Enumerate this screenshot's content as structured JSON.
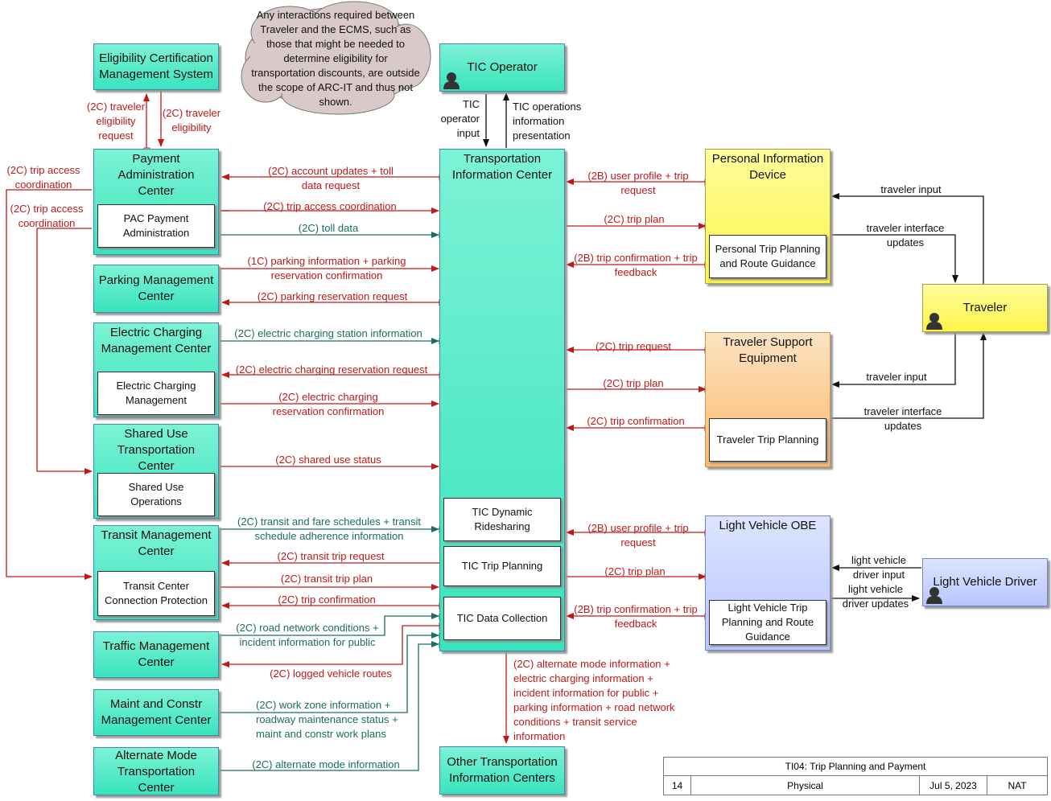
{
  "cloud_note": "Any interactions required between Traveler and the ECMS, such as those that might be needed to determine eligibility for transportation discounts, are outside the scope of ARC-IT and thus not shown.",
  "nodes": {
    "ecms": "Eligibility Certification Management System",
    "tic_operator": "TIC Operator",
    "pac": "Payment Administration Center",
    "pac_sub": "PAC Payment Administration",
    "parking": "Parking Management Center",
    "ecm": "Electric Charging Management Center",
    "ecm_sub": "Electric Charging Management",
    "shared": "Shared Use Transportation Center",
    "shared_sub": "Shared Use Operations",
    "transit": "Transit Management Center",
    "transit_sub": "Transit Center Connection Protection",
    "traffic": "Traffic Management Center",
    "maint": "Maint and Constr Management Center",
    "altmode": "Alternate Mode Transportation Center",
    "tic": "Transportation Information Center",
    "tic_ride": "TIC Dynamic Ridesharing",
    "tic_trip": "TIC Trip Planning",
    "tic_data": "TIC Data Collection",
    "otic": "Other Transportation Information Centers",
    "pid": "Personal Information Device",
    "pid_sub": "Personal Trip Planning and Route Guidance",
    "tse": "Traveler Support Equipment",
    "tse_sub": "Traveler Trip Planning",
    "traveler": "Traveler",
    "lvobe": "Light Vehicle OBE",
    "lvobe_sub": "Light Vehicle Trip Planning and Route Guidance",
    "lvd": "Light Vehicle Driver"
  },
  "flows": {
    "ecms_req": "(2C) traveler eligibility request",
    "ecms_elig": "(2C) traveler eligibility",
    "tic_op_in": "TIC operator input",
    "tic_op_pres": "TIC operations information presentation",
    "trip_access_1": "(2C) trip access coordination",
    "trip_access_2": "(2C) trip access coordination",
    "acct": "(2C) account updates + toll data request",
    "tac_mid": "(2C) trip access coordination",
    "toll": "(2C) toll data",
    "park_info": "(1C) parking information + parking reservation confirmation",
    "park_req": "(2C) parking reservation request",
    "ec_info": "(2C) electric charging station information",
    "ec_req": "(2C) electric charging reservation request",
    "ec_conf": "(2C) electric charging reservation confirmation",
    "shared_status": "(2C) shared use status",
    "transit_sched": "(2C) transit and fare schedules + transit schedule adherence information",
    "transit_req": "(2C) transit trip request",
    "transit_plan": "(2C) transit trip plan",
    "trip_conf": "(2C) trip confirmation",
    "road_net": "(2C) road network conditions + incident information for public",
    "logged": "(2C) logged vehicle routes",
    "work_zone": "(2C) work zone information + roadway maintenance status + maint and constr work plans",
    "alt_info": "(2C) alternate mode information",
    "pid_profile": "(2B) user profile + trip request",
    "pid_plan": "(2C) trip plan",
    "pid_conf": "(2B) trip confirmation + trip feedback",
    "trav_in_1": "traveler input",
    "trav_if_1": "traveler interface updates",
    "tse_req": "(2C) trip request",
    "tse_plan": "(2C) trip plan",
    "tse_conf": "(2C) trip confirmation",
    "trav_in_2": "traveler input",
    "trav_if_2": "traveler interface updates",
    "lv_profile": "(2B) user profile + trip request",
    "lv_plan": "(2C) trip plan",
    "lv_conf": "(2B) trip confirmation + trip feedback",
    "lvd_in": "light vehicle driver input",
    "lvd_upd": "light vehicle driver updates",
    "otic_flow": "(2C) alternate mode information + electric charging information + incident information for public + parking information + road network conditions + transit service information"
  },
  "title_block": {
    "title": "TI04: Trip Planning and Payment",
    "number": "14",
    "view": "Physical",
    "date": "Jul 5, 2023",
    "scope": "NAT"
  },
  "colors": {
    "red": "#c01818",
    "green": "#1a6d60",
    "black": "#111111"
  }
}
